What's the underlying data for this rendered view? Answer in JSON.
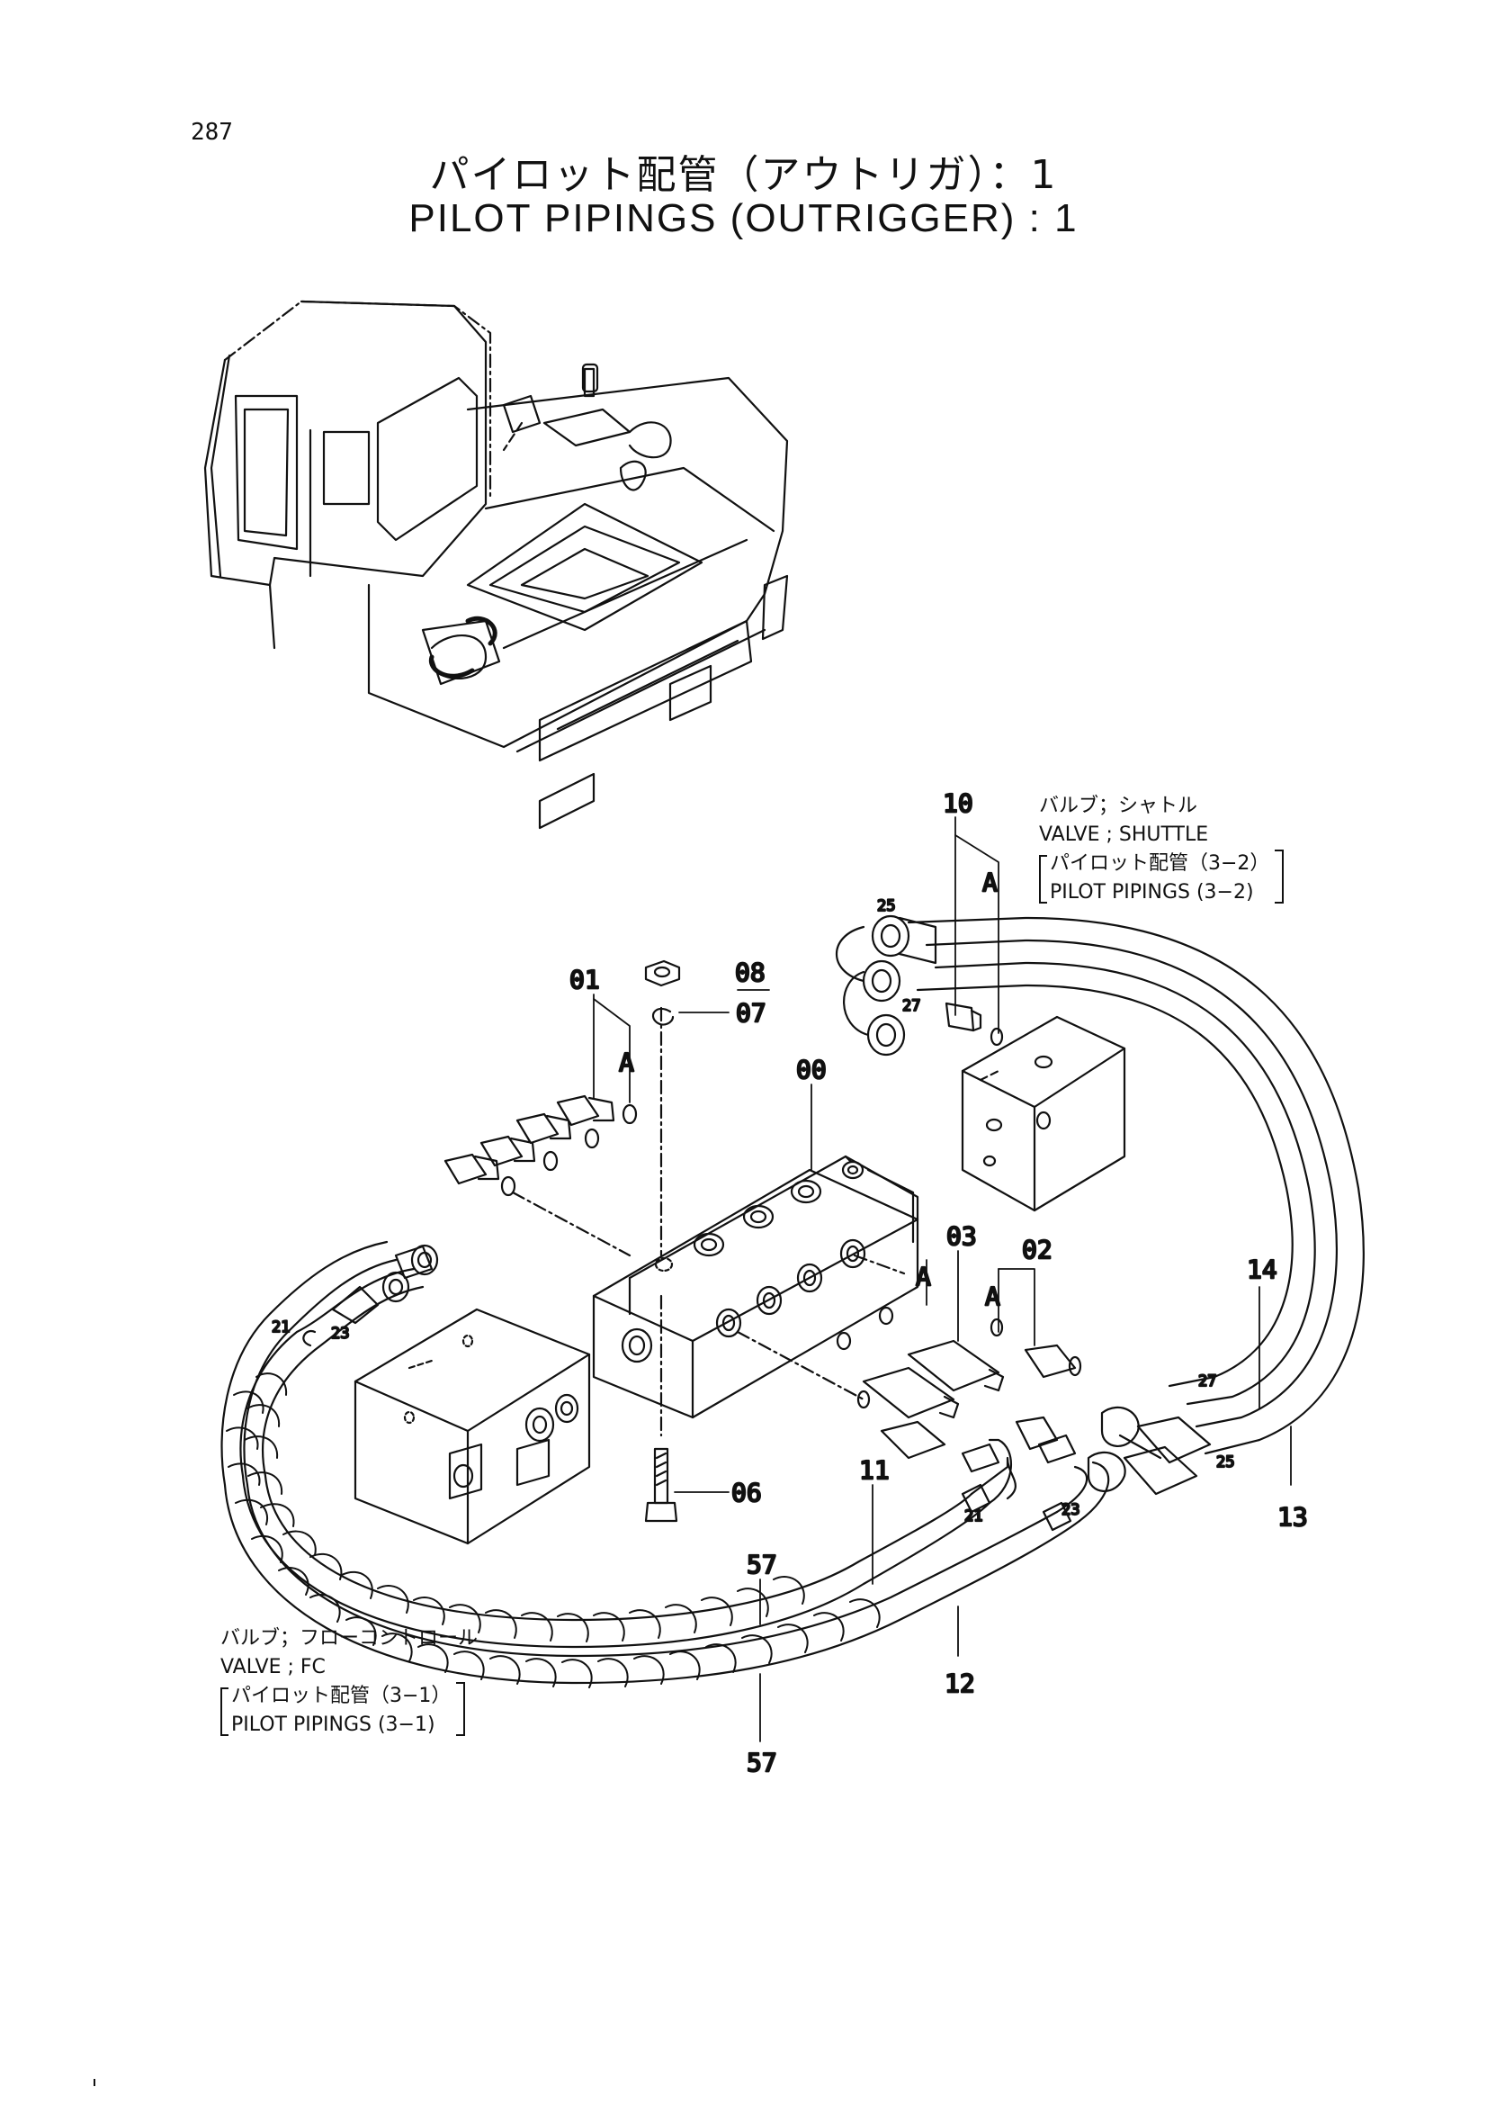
{
  "page": {
    "number": "287"
  },
  "title": {
    "jp": "パイロット配管（アウトリガ）：1",
    "en": "PILOT PIPINGS (OUTRIGGER) : 1"
  },
  "notes": {
    "shuttle": {
      "jp_name": "バルブ；シャトル",
      "en_name": "VALVE ; SHUTTLE",
      "ref_jp": "パイロット配管（3−2）",
      "ref_en": "PILOT  PIPINGS (3−2)"
    },
    "fc": {
      "jp_name": "バルブ；フローコントロール",
      "en_name": "VALVE ; FC",
      "ref_jp": "パイロット配管（3−1）",
      "ref_en": "PILOT  PIPINGS (3−1)"
    }
  },
  "callouts": {
    "p00": "00",
    "p01": "01",
    "p02": "02",
    "p03": "03",
    "p06": "06",
    "p07": "07",
    "p08": "08",
    "p10": "10",
    "p11": "11",
    "p12": "12",
    "p13": "13",
    "p14": "14",
    "p57a": "57",
    "p57b": "57",
    "a1": "A",
    "a2": "A",
    "a3": "A",
    "a4": "A"
  },
  "small_callouts": {
    "s25a": "25",
    "s27a": "27",
    "s21a": "21",
    "s23a": "23",
    "s21b": "21",
    "s23b": "23",
    "s27b": "27",
    "s25b": "25"
  }
}
